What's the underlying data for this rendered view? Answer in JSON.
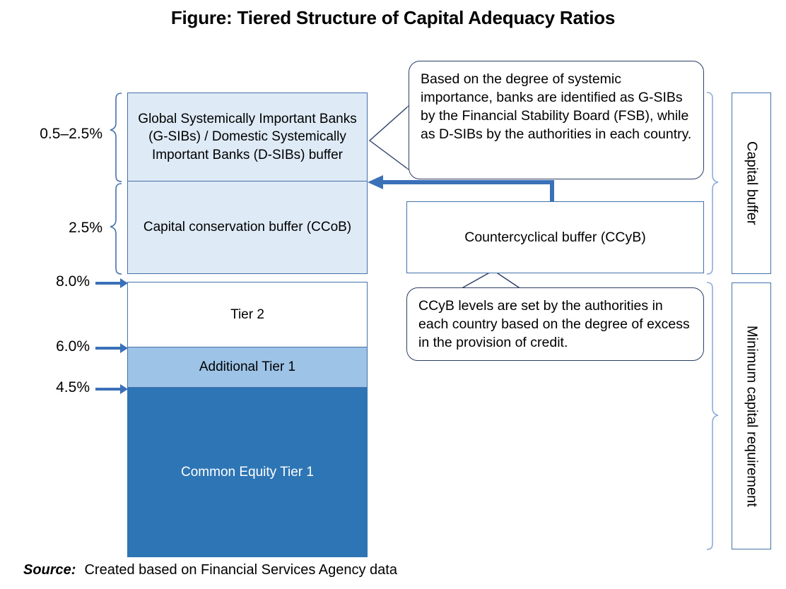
{
  "figure": {
    "title": "Figure: Tiered Structure of Capital Adequacy Ratios",
    "source_label": "Source:",
    "source_text": "Created based on Financial Services Agency data"
  },
  "chart_data": {
    "type": "bar",
    "title": "Figure: Tiered Structure of Capital Adequacy Ratios",
    "xlabel": "",
    "ylabel": "",
    "orientation": "stacked-vertical",
    "axis_tick_labels": [
      "4.5%",
      "6.0%",
      "8.0%",
      "2.5%",
      "0.5–2.5%"
    ],
    "categories": [
      "Common Equity Tier 1",
      "Additional Tier 1",
      "Tier 2",
      "Capital conservation buffer (CCoB)",
      "Global Systemically Important Banks (G-SIBs) / Domestic Systemically Important Banks (D-SIBs) buffer"
    ],
    "segments": [
      {
        "label": "Common Equity Tier 1",
        "from": 0.0,
        "to": 4.5,
        "size": 4.5,
        "color": "#2e75b6",
        "group": "Minimum capital requirement"
      },
      {
        "label": "Additional Tier 1",
        "from": 4.5,
        "to": 6.0,
        "size": 1.5,
        "color": "#9dc3e6",
        "group": "Minimum capital requirement"
      },
      {
        "label": "Tier 2",
        "from": 6.0,
        "to": 8.0,
        "size": 2.0,
        "color": "#ffffff",
        "group": "Minimum capital requirement"
      },
      {
        "label": "Capital conservation buffer (CCoB)",
        "from": 8.0,
        "to": 10.5,
        "size": 2.5,
        "color": "#deeaf6",
        "group": "Capital buffer"
      },
      {
        "label": "Global Systemically Important Banks (G-SIBs) / Domestic Systemically Important Banks (D-SIBs) buffer",
        "size_range": [
          0.5,
          2.5
        ],
        "color": "#deeaf6",
        "group": "Capital buffer"
      }
    ],
    "groups": [
      "Capital buffer",
      "Minimum capital requirement"
    ],
    "grid": false,
    "legend": "none"
  },
  "bar": {
    "gsib_label": "Global Systemically Important Banks (G-SIBs) / Domestic Systemically Important Banks (D-SIBs) buffer",
    "ccob_label": "Capital conservation buffer (CCoB)",
    "tier2_label": "Tier 2",
    "at1_label": "Additional Tier 1",
    "cet1_label": "Common Equity Tier 1"
  },
  "axis": {
    "gsib_pct": "0.5–2.5%",
    "ccob_pct": "2.5%",
    "eight_pct": "8.0%",
    "six_pct": "6.0%",
    "four_five_pct": "4.5%"
  },
  "callouts": {
    "gsib_note": "Based on the degree of systemic importance, banks are identified as G-SIBs by the Financial Stability Board (FSB), while as D-SIBs by the authorities in each country.",
    "ccyb_box": "Countercyclical buffer (CCyB)",
    "ccyb_note": "CCyB levels are set by the authorities in each country based on the degree of excess in the provision of credit."
  },
  "right_labels": {
    "capital_buffer": "Capital buffer",
    "minimum_capital_requirement": "Minimum capital requirement"
  },
  "colors": {
    "cet1": "#2e75b6",
    "at1": "#9dc3e6",
    "tier2": "#ffffff",
    "buffer": "#deeaf6",
    "accent": "#3a70b8",
    "outline": "#4472a8"
  }
}
